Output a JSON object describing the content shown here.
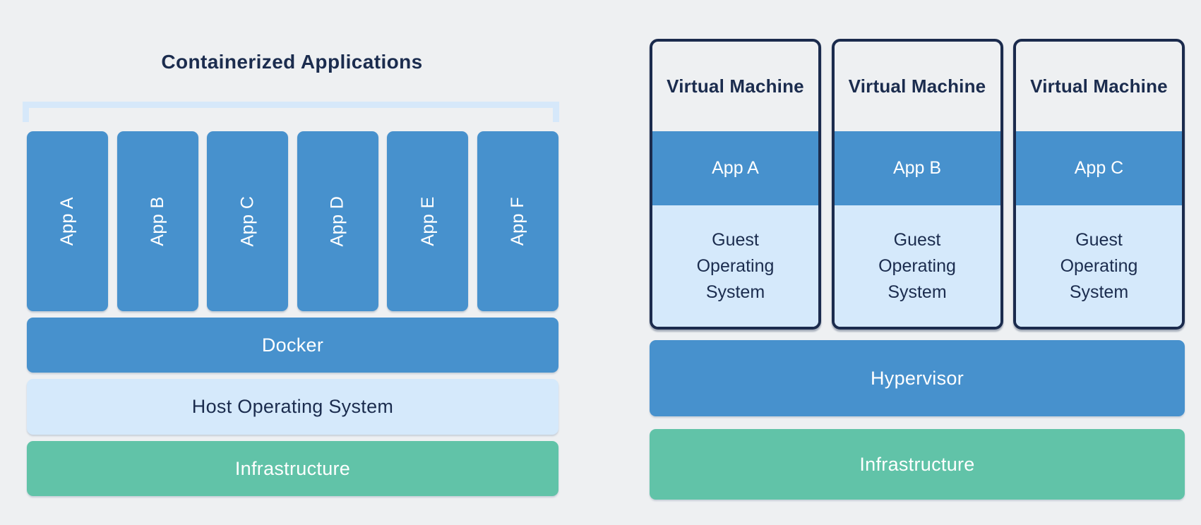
{
  "colors": {
    "background": "#eef0f2",
    "blue": "#4791cd",
    "light_blue": "#d5e9fb",
    "green": "#61c3a8",
    "navy": "#1b2c4e",
    "bracket": "#d6e8fa",
    "white_text": "#ffffff"
  },
  "left_panel": {
    "title": "Containerized Applications",
    "apps": [
      "App A",
      "App B",
      "App C",
      "App D",
      "App E",
      "App F"
    ],
    "layers": [
      {
        "label": "Docker",
        "style": "blue"
      },
      {
        "label": "Host Operating System",
        "style": "light"
      },
      {
        "label": "Infrastructure",
        "style": "green"
      }
    ]
  },
  "right_panel": {
    "vms": [
      {
        "title": "Virtual Machine",
        "app": "App A",
        "os": "Guest Operating System"
      },
      {
        "title": "Virtual Machine",
        "app": "App B",
        "os": "Guest Operating System"
      },
      {
        "title": "Virtual Machine",
        "app": "App C",
        "os": "Guest Operating System"
      }
    ],
    "layers": [
      {
        "label": "Hypervisor",
        "style": "blue"
      },
      {
        "label": "Infrastructure",
        "style": "green"
      }
    ]
  }
}
